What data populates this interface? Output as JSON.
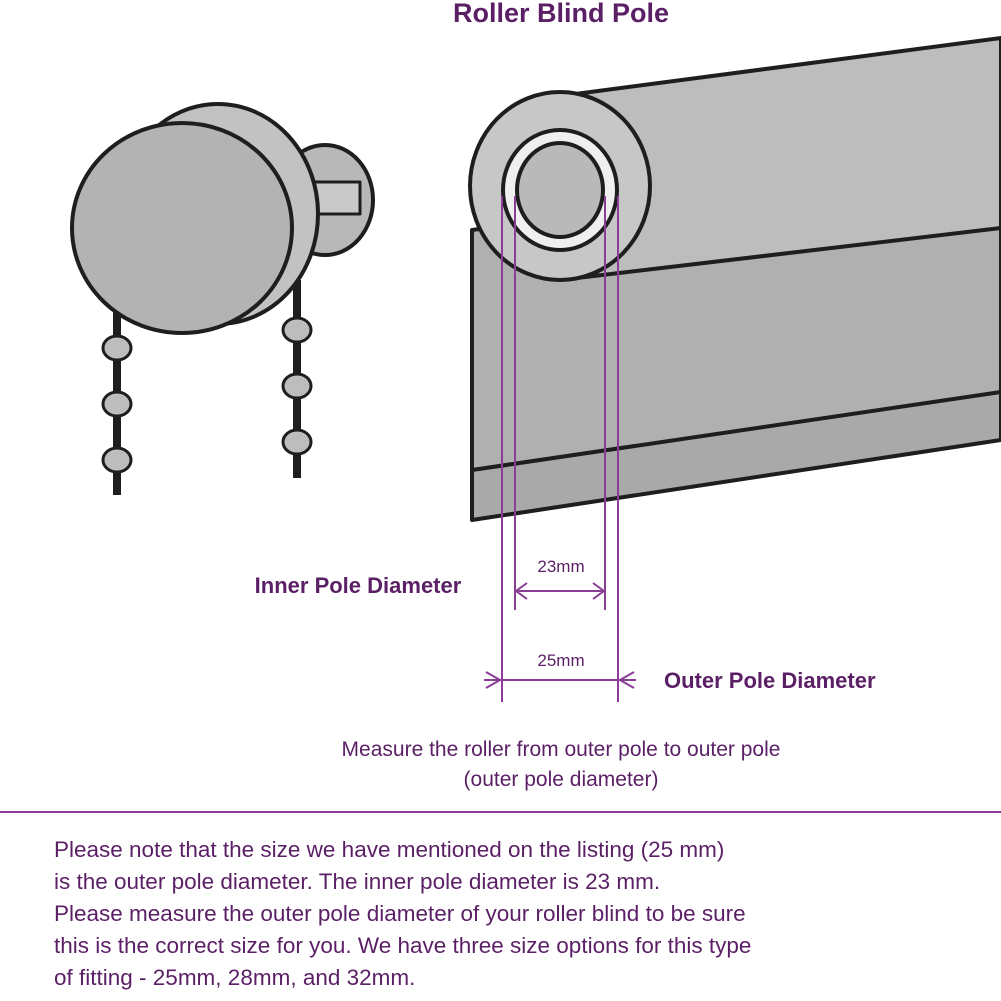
{
  "title": "Roller Blind Pole",
  "labels": {
    "inner": "Inner Pole Diameter",
    "outer": "Outer Pole Diameter",
    "inner_value": "23mm",
    "outer_value": "25mm"
  },
  "caption": {
    "line1": "Measure the roller from outer pole to outer pole",
    "line2": "(outer pole diameter)"
  },
  "note": {
    "lines": [
      "Please note that the size we have mentioned on the listing (25 mm)",
      "is the outer pole diameter. The inner pole diameter is 23 mm.",
      "Please measure the outer pole diameter of your roller blind to be sure",
      "this is the correct size for you. We have three size options for this type",
      "of fitting - 25mm, 28mm, and 32mm."
    ]
  },
  "colors": {
    "accent": "#5b1f66",
    "dimension_line": "#8a3d95",
    "grey_fill": "#b3b3b3",
    "outline": "#1e1e1e"
  }
}
